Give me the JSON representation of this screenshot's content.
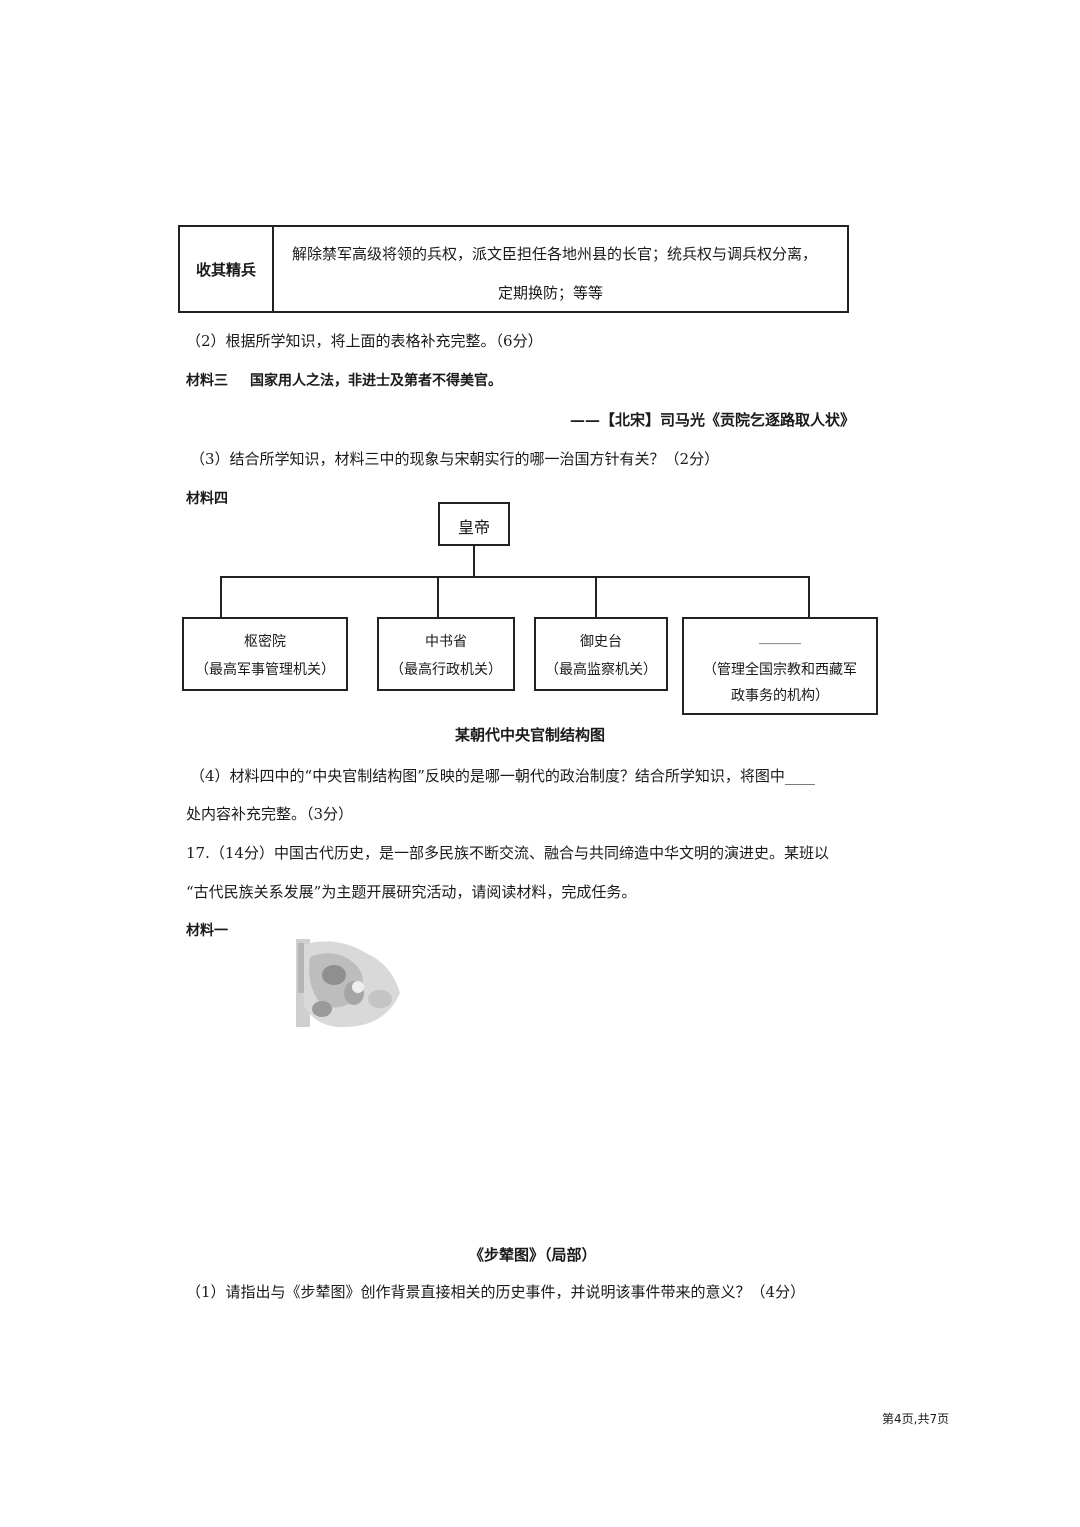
{
  "table": {
    "label": "收其精兵",
    "content_line1": "解除禁军高级将领的兵权，派文臣担任各地州县的长官；统兵权与调兵权分离，",
    "content_line2": "定期换防；等等"
  },
  "q2": "（2）根据所学知识，将上面的表格补充完整。（6分）",
  "material3": {
    "label": "材料三",
    "text": "国家用人之法，非进士及第者不得美官。",
    "source": "——【北宋】司马光《贡院乞逐路取人状》"
  },
  "q3": "（3）结合所学知识，材料三中的现象与宋朝实行的哪一治国方针有关？（2分）",
  "material4": {
    "label": "材料四",
    "emperor": "皇帝",
    "boxes": [
      {
        "name": "枢密院",
        "desc": "（最高军事管理机关）"
      },
      {
        "name": "中书省",
        "desc": "（最高行政机关）"
      },
      {
        "name": "御史台",
        "desc": "（最高监察机关）"
      },
      {
        "name": "______",
        "desc_line1": "（管理全国宗教和西藏军",
        "desc_line2": "政事务的机构）"
      }
    ],
    "caption": "某朝代中央官制结构图"
  },
  "q4_line1": "（4）材料四中的“中央官制结构图”反映的是哪一朝代的政治制度？结合所学知识，将图中____",
  "q4_line2": "处内容补充完整。（3分）",
  "q17_line1": "17.（14分）中国古代历史，是一部多民族不断交流、融合与共同缔造中华文明的演进史。某班以",
  "q17_line2": "“古代民族关系发展”为主题开展研究活动，请阅读材料，完成任务。",
  "material1_label": "材料一",
  "painting_caption": "《步辇图》（局部）",
  "q17_1": "（1）请指出与《步辇图》创作背景直接相关的历史事件，并说明该事件带来的意义？（4分）",
  "footer": "第4页,共7页"
}
